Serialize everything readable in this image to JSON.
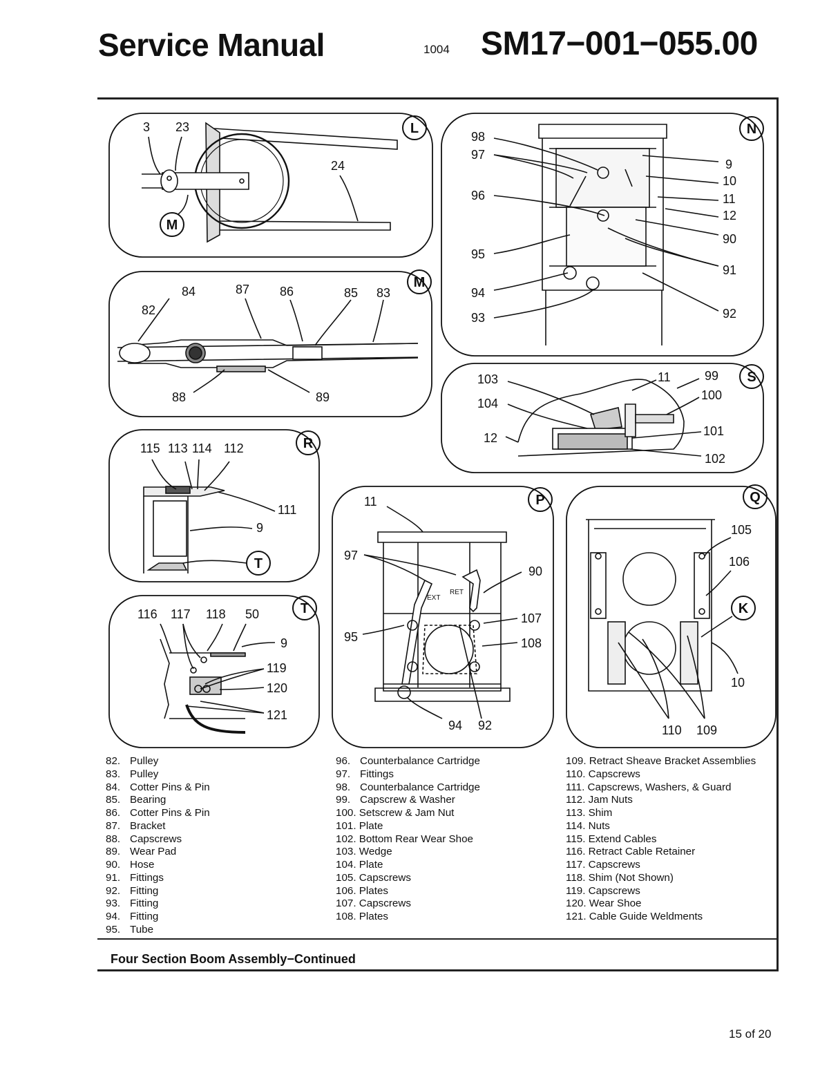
{
  "header": {
    "title": "Service Manual",
    "date_code": "1004",
    "document_code": "SM17−001−055.00"
  },
  "details": {
    "L": {
      "letter": "L",
      "callouts": [
        "3",
        "23",
        "24"
      ],
      "ref": "M"
    },
    "M": {
      "letter": "M",
      "callouts": [
        "84",
        "87",
        "86",
        "85",
        "83",
        "82",
        "88",
        "89"
      ]
    },
    "N": {
      "letter": "N",
      "callouts": [
        "98",
        "97",
        "96",
        "95",
        "94",
        "93",
        "9",
        "10",
        "11",
        "12",
        "90",
        "91",
        "92"
      ]
    },
    "S": {
      "letter": "S",
      "callouts": [
        "103",
        "104",
        "12",
        "11",
        "99",
        "100",
        "101",
        "102"
      ]
    },
    "R": {
      "letter": "R",
      "callouts": [
        "115",
        "113",
        "114",
        "112",
        "111",
        "9"
      ],
      "ref": "T"
    },
    "P": {
      "letter": "P",
      "callouts": [
        "11",
        "97",
        "90",
        "95",
        "107",
        "108",
        "94",
        "92"
      ],
      "labels": [
        "RET",
        "EXT"
      ]
    },
    "Q": {
      "letter": "Q",
      "callouts": [
        "105",
        "106",
        "10",
        "110",
        "109"
      ],
      "ref": "K"
    },
    "T": {
      "letter": "T",
      "callouts": [
        "116",
        "117",
        "118",
        "50",
        "9",
        "119",
        "120",
        "121"
      ]
    }
  },
  "legend": {
    "col1": [
      {
        "num": "82.",
        "desc": "Pulley"
      },
      {
        "num": "83.",
        "desc": "Pulley"
      },
      {
        "num": "84.",
        "desc": "Cotter Pins & Pin"
      },
      {
        "num": "85.",
        "desc": "Bearing"
      },
      {
        "num": "86.",
        "desc": "Cotter Pins & Pin"
      },
      {
        "num": "87.",
        "desc": "Bracket"
      },
      {
        "num": "88.",
        "desc": "Capscrews"
      },
      {
        "num": "89.",
        "desc": "Wear Pad"
      },
      {
        "num": "90.",
        "desc": "Hose"
      },
      {
        "num": "91.",
        "desc": "Fittings"
      },
      {
        "num": "92.",
        "desc": "Fitting"
      },
      {
        "num": "93.",
        "desc": "Fitting"
      },
      {
        "num": "94.",
        "desc": "Fitting"
      },
      {
        "num": "95.",
        "desc": "Tube"
      }
    ],
    "col2": [
      {
        "num": "96.",
        "desc": "Counterbalance Cartridge"
      },
      {
        "num": "97.",
        "desc": "Fittings"
      },
      {
        "num": "98.",
        "desc": "Counterbalance Cartridge"
      },
      {
        "num": "99.",
        "desc": "Capscrew & Washer"
      },
      {
        "num": "100.",
        "desc": "Setscrew & Jam Nut"
      },
      {
        "num": "101.",
        "desc": "Plate"
      },
      {
        "num": "102.",
        "desc": "Bottom Rear Wear  Shoe"
      },
      {
        "num": "103.",
        "desc": "Wedge"
      },
      {
        "num": "104.",
        "desc": "Plate"
      },
      {
        "num": "105.",
        "desc": "Capscrews"
      },
      {
        "num": "106.",
        "desc": "Plates"
      },
      {
        "num": "107.",
        "desc": "Capscrews"
      },
      {
        "num": "108.",
        "desc": "Plates"
      }
    ],
    "col3": [
      {
        "num": "109.",
        "desc": "Retract Sheave Bracket Assemblies"
      },
      {
        "num": "110.",
        "desc": "Capscrews"
      },
      {
        "num": "111.",
        "desc": "Capscrews, Washers, & Guard"
      },
      {
        "num": "112.",
        "desc": "Jam Nuts"
      },
      {
        "num": "113.",
        "desc": "Shim"
      },
      {
        "num": "114.",
        "desc": "Nuts"
      },
      {
        "num": "115.",
        "desc": "Extend Cables"
      },
      {
        "num": "116.",
        "desc": "Retract Cable Retainer"
      },
      {
        "num": "117.",
        "desc": "Capscrews"
      },
      {
        "num": "118.",
        "desc": "Shim (Not Shown)"
      },
      {
        "num": "119.",
        "desc": "Capscrews"
      },
      {
        "num": "120.",
        "desc": "Wear  Shoe"
      },
      {
        "num": "121.",
        "desc": "Cable Guide Weldments"
      }
    ]
  },
  "caption": "Four Section Boom Assembly−Continued",
  "page_number": "15 of 20"
}
